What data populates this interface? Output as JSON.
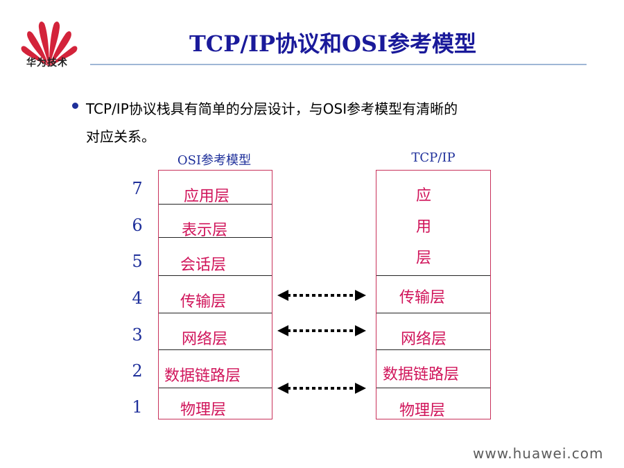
{
  "header": {
    "brand_text": "华为技术",
    "title": "TCP/IP协议和OSI参考模型",
    "colors": {
      "title": "#1a1a9a",
      "logo": "#d3233a",
      "rule": "#9fb6d6"
    }
  },
  "bullet": {
    "line1": "TCP/IP协议栈具有简单的分层设计，与OSI参考模型有清晰的",
    "line2": "对应关系。"
  },
  "osi": {
    "heading": "OSI参考模型",
    "numbers": [
      "7",
      "6",
      "5",
      "4",
      "3",
      "2",
      "1"
    ],
    "layers": [
      "应用层",
      "表示层",
      "会话层",
      "传输层",
      "网络层",
      "数据链路层",
      "物理层"
    ]
  },
  "tcpip": {
    "heading": "TCP/IP",
    "app_chars": [
      "应",
      "用",
      "层"
    ],
    "layers": [
      "传输层",
      "网络层",
      "数据链路层",
      "物理层"
    ]
  },
  "colors": {
    "layer_text": "#d0145a",
    "stack_border": "#c8315a",
    "numbers": "#1e2f9a"
  },
  "footer": {
    "url": "www.huawei.com"
  }
}
